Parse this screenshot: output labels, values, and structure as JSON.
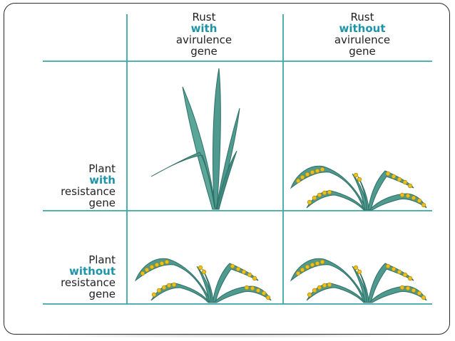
{
  "columns": [
    {
      "line1": "Rust",
      "line2": "with",
      "line3": "avirulence",
      "line4": "gene"
    },
    {
      "line1": "Rust",
      "line2": "without",
      "line3": "avirulence",
      "line4": "gene"
    }
  ],
  "rows": [
    {
      "line1": "Plant",
      "line2": "with",
      "line3": "resistance",
      "line4": "gene"
    },
    {
      "line1": "Plant",
      "line2": "without",
      "line3": "resistance",
      "line4": "gene"
    }
  ],
  "cells": [
    {
      "row": 1,
      "col": 1,
      "plant": "healthy",
      "icon": "healthy-plant-icon"
    },
    {
      "row": 1,
      "col": 2,
      "plant": "infected",
      "icon": "infected-plant-icon"
    },
    {
      "row": 2,
      "col": 1,
      "plant": "infected",
      "icon": "infected-plant-icon"
    },
    {
      "row": 2,
      "col": 2,
      "plant": "infected",
      "icon": "infected-plant-icon"
    }
  ],
  "colors": {
    "grid_line": "#3aa6a6",
    "accent_text": "#1f94a8",
    "leaf": "#4e9a8e",
    "leaf_dark": "#2f6f66",
    "rust_spot": "#e8c21a",
    "rust_edge": "#b58c10"
  }
}
